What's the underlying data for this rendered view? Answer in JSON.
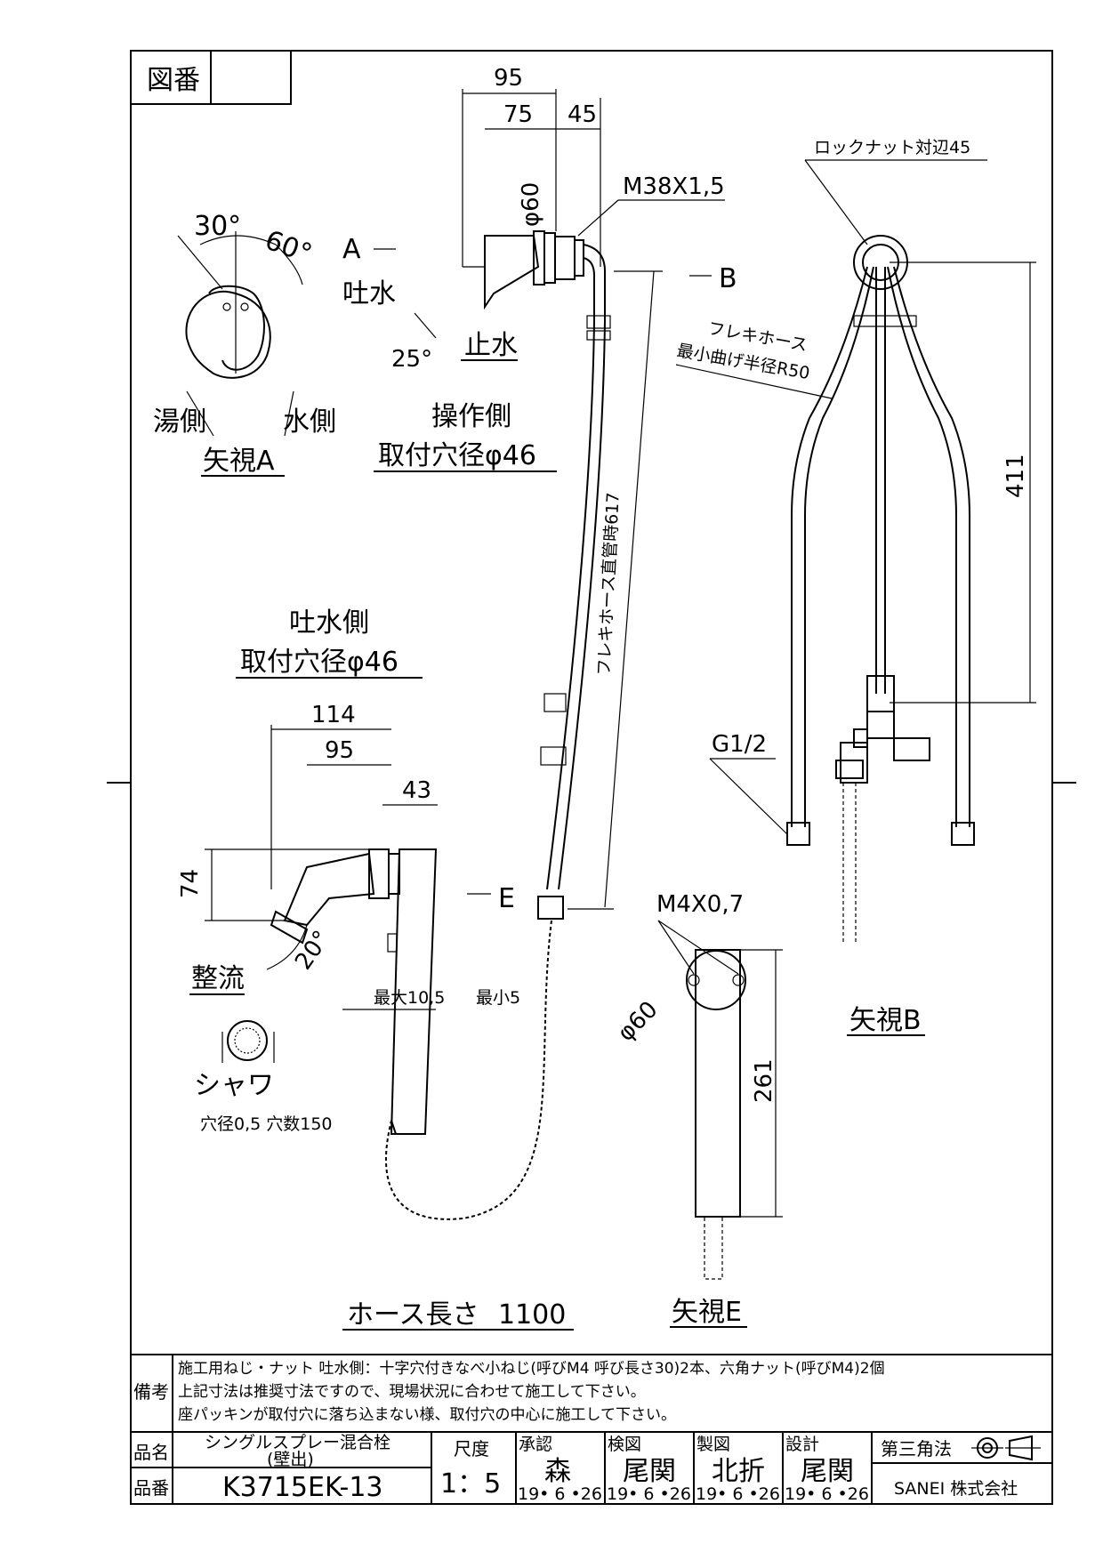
{
  "drawing_no_label": "図番",
  "view_a": {
    "angle_30": "30°",
    "angle_60": "60°",
    "hot_side": "湯側",
    "cold_side": "水側",
    "title": "矢視A"
  },
  "top_view": {
    "dim_95": "95",
    "dim_75": "75",
    "dim_45": "45",
    "dim_phi60": "φ60",
    "thread": "M38X1,5",
    "arrow_a": "A",
    "arrow_b": "B",
    "spout_water": "吐水",
    "stop_water": "止水",
    "angle_25": "25°",
    "op_side_line1": "操作側",
    "op_side_line2": "取付穴径φ46"
  },
  "hose": {
    "straight_length": "フレキホース直管時617",
    "flex_label_1": "フレキホース",
    "flex_label_2": "最小曲げ半径R50",
    "hose_length_label": "ホース長さ",
    "hose_length_value": "1100"
  },
  "view_b": {
    "locknut": "ロックナット対辺45",
    "dim_411": "411",
    "g12": "G1/2",
    "title": "矢視B"
  },
  "spray": {
    "outlet_line1": "吐水側",
    "outlet_line2": "取付穴径φ46",
    "dim_114": "114",
    "dim_95": "95",
    "dim_43": "43",
    "dim_74": "74",
    "angle_20": "20°",
    "arrow_e": "E",
    "max": "最大10,5",
    "min": "最小5",
    "laminar": "整流",
    "shower": "シャワ",
    "holes": "穴径0,5  穴数150"
  },
  "view_e": {
    "screw": "M4X0,7",
    "dim_phi60": "φ60",
    "dim_261": "261",
    "title": "矢視E"
  },
  "notes": {
    "label": "備考",
    "line1": "施工用ねじ・ナット  吐水側：十字穴付きなべ小ねじ(呼びM4  呼び長さ30)2本、六角ナット(呼びM4)2個",
    "line2": "上記寸法は推奨寸法ですので、現場状況に合わせて施工して下さい。",
    "line3": "座パッキンが取付穴に落ち込まない様、取付穴の中心に施工して下さい。"
  },
  "title_block": {
    "name_label": "品名",
    "name_line1": "シングルスプレー混合栓",
    "name_line2": "(壁出)",
    "number_label": "品番",
    "number": "K3715EK-13",
    "scale_label": "尺度",
    "scale": "1：5",
    "approve_label": "承認",
    "approve_name": "森",
    "check_label": "検図",
    "check_name": "尾関",
    "draw_label": "製図",
    "draw_name": "北折",
    "design_label": "設計",
    "design_name": "尾関",
    "date": "19• 6 •26",
    "projection": "第三角法",
    "company": "SANEI 株式会社"
  }
}
